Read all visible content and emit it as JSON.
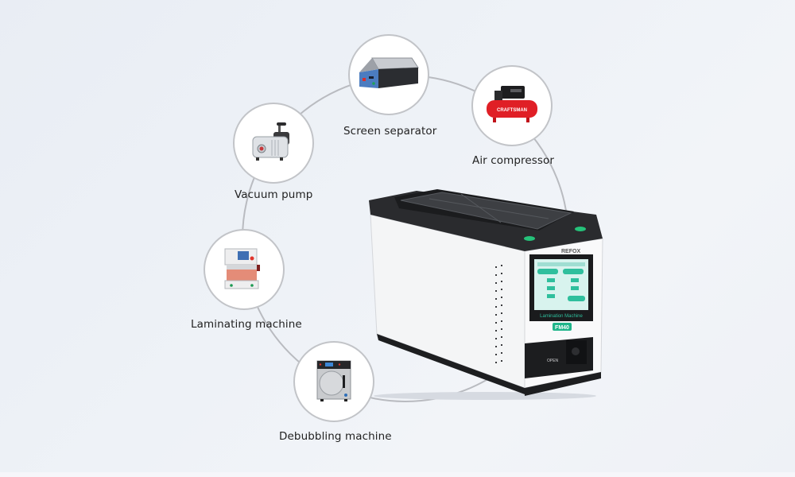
{
  "diagram": {
    "center_product": {
      "brand": "REFOX",
      "screen_title": "Lamination Machine",
      "model": "FM40",
      "drawer_label": "OPEN",
      "accent_color": "#1fb58a"
    },
    "accessories": [
      {
        "id": "screen-separator",
        "label": "Screen separator"
      },
      {
        "id": "air-compressor",
        "label": "Air compressor",
        "brand_text": "CRAFTSMAN"
      },
      {
        "id": "vacuum-pump",
        "label": "Vacuum pump"
      },
      {
        "id": "laminating-machine",
        "label": "Laminating machine"
      },
      {
        "id": "debubbling-machine",
        "label": "Debubbling machine"
      }
    ],
    "colors": {
      "background": "#ecf0f5",
      "ring": "#b9bbc0",
      "node_border": "#c2c4c8",
      "label": "#222222"
    }
  }
}
